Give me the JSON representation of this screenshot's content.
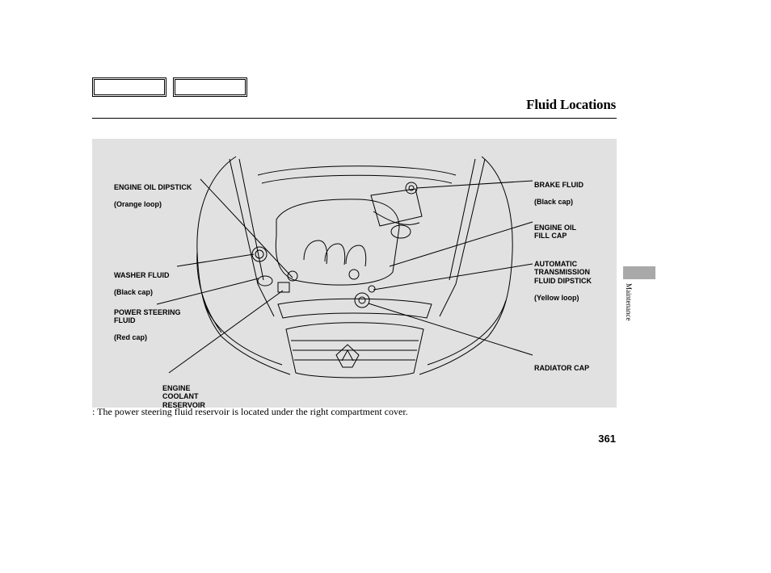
{
  "nav": {
    "main_menu_label": "",
    "toc_label": ""
  },
  "page": {
    "title": "Fluid Locations",
    "number": "361"
  },
  "side_tab": {
    "label": "Maintenance",
    "color": "#a9a9a9"
  },
  "figure": {
    "background": "#e1e1e1",
    "labels": {
      "engine_oil_dipstick": {
        "main": "ENGINE OIL DIPSTICK",
        "sub": "(Orange loop)"
      },
      "washer_fluid": {
        "main": "WASHER FLUID",
        "sub": "(Black cap)"
      },
      "power_steering": {
        "main": "POWER STEERING\nFLUID",
        "sub": "(Red cap)"
      },
      "engine_coolant": {
        "main": "ENGINE\nCOOLANT\nRESERVOIR",
        "sub": ""
      },
      "brake_fluid": {
        "main": "BRAKE FLUID",
        "sub": "(Black cap)"
      },
      "engine_oil_fill": {
        "main": "ENGINE OIL\nFILL CAP",
        "sub": ""
      },
      "atf_dipstick": {
        "main": "AUTOMATIC\nTRANSMISSION\nFLUID DIPSTICK",
        "sub": "(Yellow loop)"
      },
      "radiator_cap": {
        "main": "RADIATOR CAP",
        "sub": ""
      }
    }
  },
  "footnote": ": The power steering fluid reservoir is located under the right compartment cover."
}
